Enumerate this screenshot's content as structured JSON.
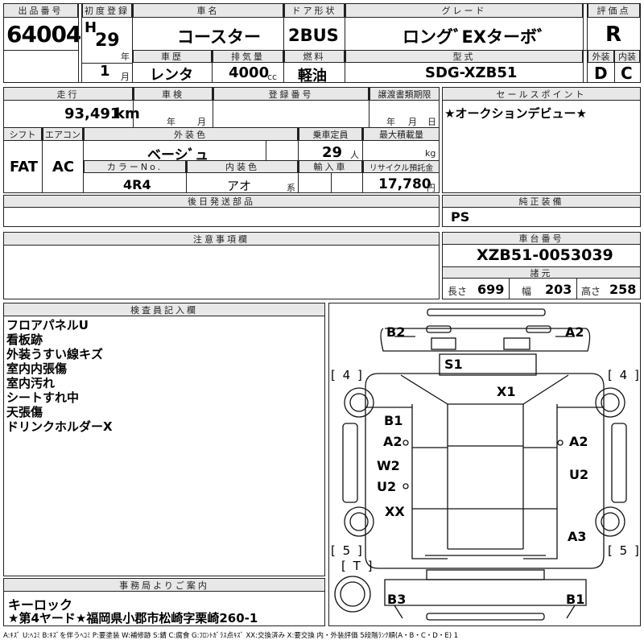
{
  "header": {
    "lot_number_label": "出品番号",
    "lot_number": "64004",
    "first_reg_label": "初度登録",
    "era": "H",
    "year": "29",
    "year_unit": "年",
    "month": "1",
    "month_unit": "月",
    "car_name_label": "車名",
    "car_name": "コースター",
    "door_label": "ドア形状",
    "door": "2BUS",
    "grade_label": "グレード",
    "grade": "ロングﾞEXターボﾞ",
    "score_label": "評価点",
    "score": "R",
    "history_label": "車歴",
    "history": "レンタ",
    "displacement_label": "排気量",
    "displacement": "4000",
    "displacement_unit": "cc",
    "fuel_label": "燃料",
    "fuel": "軽油",
    "model_label": "型式",
    "model": "SDG-XZB51",
    "exterior_label": "外装",
    "exterior": "D",
    "interior_label": "内装",
    "interior": "C"
  },
  "row2": {
    "mileage_label": "走行",
    "mileage": "93,491",
    "mileage_unit": "km",
    "inspection_label": "車検",
    "insp_year_unit": "年",
    "insp_month_unit": "月",
    "reg_no_label": "登録番号",
    "transfer_label": "譲渡書類期限",
    "tr_year_unit": "年",
    "tr_month_unit": "月",
    "tr_day_unit": "日",
    "shift_label": "シフト",
    "shift": "FAT",
    "ac_label": "エアコン",
    "ac": "AC",
    "ext_color_label": "外装色",
    "ext_color": "ベーシﾞュ",
    "capacity_label": "乗車定員",
    "capacity": "29",
    "capacity_unit": "人",
    "max_load_label": "最大積載量",
    "max_load_unit": "kg",
    "color_no_label": "カラーNo.",
    "color_no": "4R4",
    "int_color_label": "内装色",
    "int_color": "アオ",
    "int_color_unit": "系",
    "import_label": "輸入車",
    "recycle_label": "リサイクル預託金",
    "recycle": "17,780",
    "recycle_unit": "円",
    "sales_point_label": "セールスポイント",
    "sales_point": "★オークションデビュー★"
  },
  "later_parts_label": "後日発送部品",
  "genuine_label": "純正装備",
  "genuine": "PS",
  "notes_label": "注意事項欄",
  "chassis": {
    "label": "車台番号",
    "number": "XZB51-0053039",
    "dims_label": "諸元",
    "length_label": "長さ",
    "length": "699",
    "width_label": "幅",
    "width": "203",
    "height_label": "高さ",
    "height": "258"
  },
  "inspector": {
    "label": "検査員記入欄",
    "lines": [
      "フロアパネルU",
      "看板跡",
      "外装うすい線キズ",
      "室内内張傷",
      "室内汚れ",
      "シートすれ中",
      "天張傷",
      "ドリンクホルダーX"
    ]
  },
  "office": {
    "label": "事務局よりご案内",
    "line1": "キーロック",
    "line2": "★第4ヤード★福岡県小郡市松崎字栗崎260-1"
  },
  "diagram": {
    "marks": {
      "b2": "B2",
      "a2_top": "A2",
      "s1": "S1",
      "x1": "X1",
      "b1_left": "B1",
      "a2_left": "A2",
      "a2_right": "A2",
      "w2": "W2",
      "u2_left": "U2",
      "u2_right": "U2",
      "xx": "XX",
      "a3": "A3",
      "b3": "B3",
      "b1_bottom": "B1"
    },
    "tires": {
      "front_left": "4",
      "front_right": "4",
      "rear_left": "5",
      "rear_right": "5",
      "spare": "T"
    }
  },
  "legend": "A:ｷｽﾞ U:ﾍｺﾐ B:ｷｽﾞを伴うﾍｺﾐ P:要塗装 W:補修跡 S:錆 C:腐食 G:ﾌﾛﾝﾄｶﾞﾗｽ点ｷｽﾞ XX:交換済み X:要交換 内・外装評価 5段階ﾗﾝｸ順(A・B・C・D・E) 1"
}
